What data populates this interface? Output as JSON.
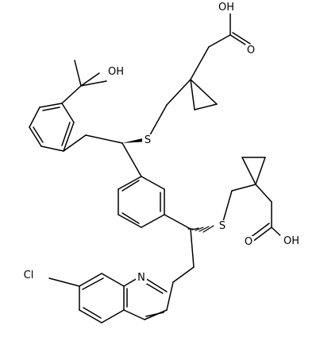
{
  "molecule": {
    "atoms": {
      "oh_top": "OH",
      "o_top": "O",
      "oh_hydroxy": "OH",
      "s_upper": "S",
      "s_lower": "S",
      "o_bottom": "O",
      "oh_bottom": "OH",
      "n_quinoline": "N",
      "cl": "Cl"
    },
    "colors": {
      "bond": "#000000",
      "label": "#000000",
      "background": "#ffffff"
    }
  }
}
